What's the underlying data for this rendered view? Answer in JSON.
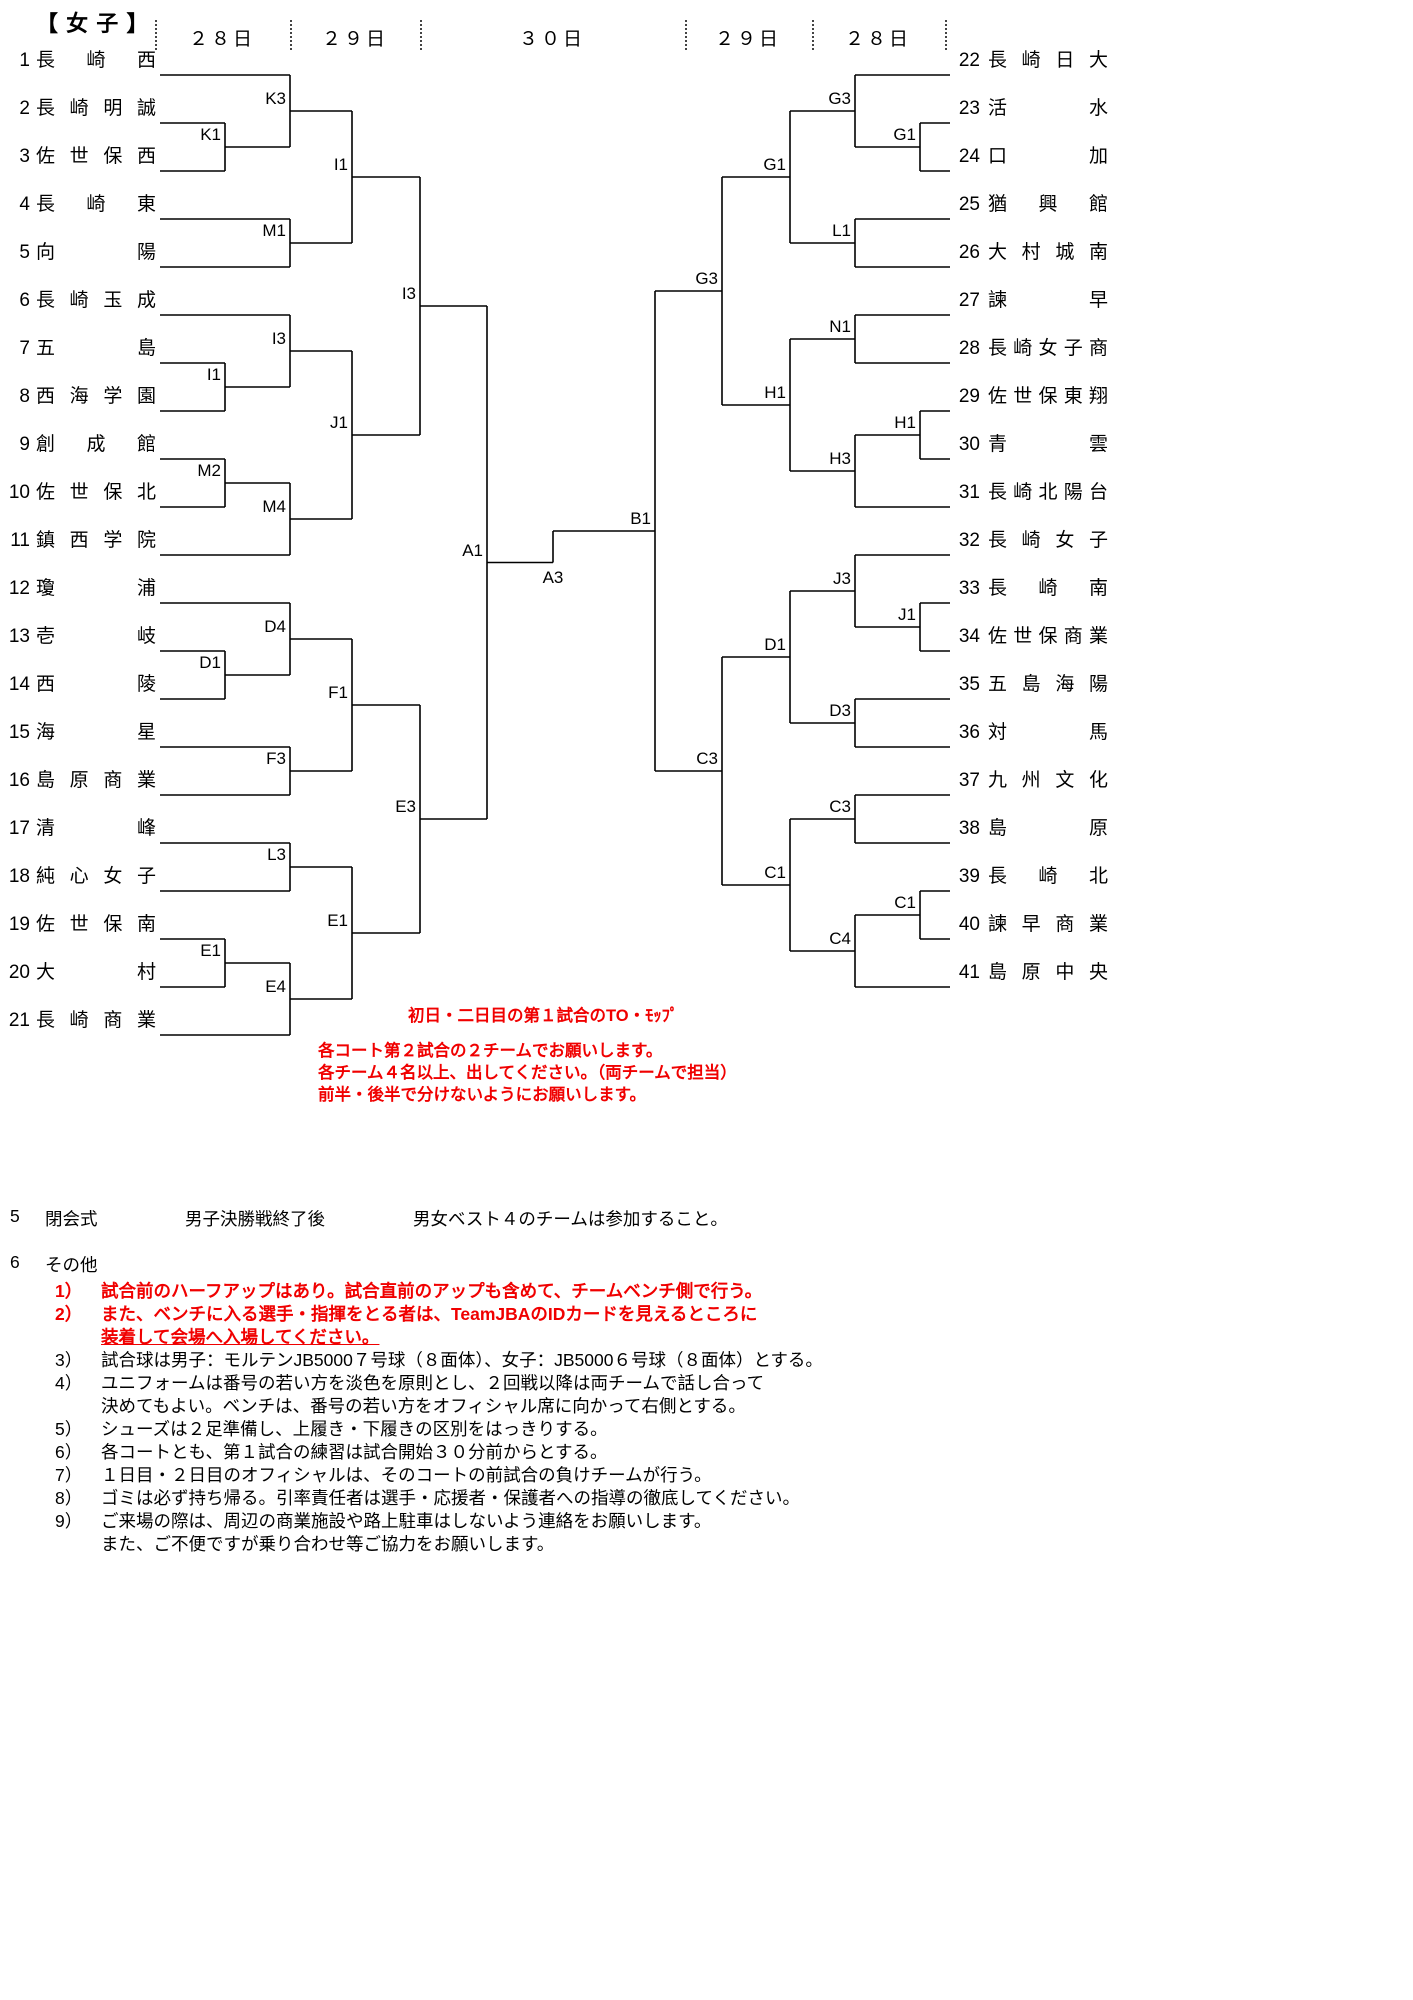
{
  "title": "【 女 子 】",
  "dates": [
    "２８日",
    "２９日",
    "３０日",
    "２９日",
    "２８日"
  ],
  "bracket": {
    "left_seed_start": 1,
    "right_seed_start": 22,
    "left_teams": [
      "長崎西",
      "長崎明誠",
      "佐世保西",
      "長崎東",
      "向陽",
      "長崎玉成",
      "五島",
      "西海学園",
      "創成館",
      "佐世保北",
      "鎮西学院",
      "瓊浦",
      "壱岐",
      "西陵",
      "海星",
      "島原商業",
      "清峰",
      "純心女子",
      "佐世保南",
      "大村",
      "長崎商業"
    ],
    "right_teams": [
      "長崎日大",
      "活水",
      "口加",
      "猶興館",
      "大村城南",
      "諫早",
      "長崎女子商",
      "佐世保東翔",
      "青雲",
      "長崎北陽台",
      "長崎女子",
      "長崎南",
      "佐世保商業",
      "五島海陽",
      "対馬",
      "九州文化",
      "島原",
      "長崎北",
      "諫早商業",
      "島原中央"
    ],
    "left_matches": [
      {
        "id": "K1",
        "label": "K1",
        "col": 0,
        "a": "T2",
        "b": "T3"
      },
      {
        "id": "K3",
        "label": "K3",
        "col": 1,
        "a": "T1",
        "b": "K1"
      },
      {
        "id": "M1",
        "label": "M1",
        "col": 1,
        "a": "T4",
        "b": "T5"
      },
      {
        "id": "I1a",
        "label": "I1",
        "col": 2,
        "a": "K3",
        "b": "M1"
      },
      {
        "id": "I1b",
        "label": "I1",
        "col": 0,
        "a": "T7",
        "b": "T8"
      },
      {
        "id": "I3b",
        "label": "I3",
        "col": 1,
        "a": "T6",
        "b": "I1b"
      },
      {
        "id": "M2",
        "label": "M2",
        "col": 0,
        "a": "T9",
        "b": "T10"
      },
      {
        "id": "M4",
        "label": "M4",
        "col": 1,
        "a": "M2",
        "b": "T11"
      },
      {
        "id": "J1L",
        "label": "J1",
        "col": 2,
        "a": "I3b",
        "b": "M4"
      },
      {
        "id": "I3a",
        "label": "I3",
        "col": 3,
        "a": "I1a",
        "b": "J1L"
      },
      {
        "id": "D1L",
        "label": "D1",
        "col": 0,
        "a": "T13",
        "b": "T14"
      },
      {
        "id": "D4",
        "label": "D4",
        "col": 1,
        "a": "T12",
        "b": "D1L"
      },
      {
        "id": "F3",
        "label": "F3",
        "col": 1,
        "a": "T15",
        "b": "T16"
      },
      {
        "id": "F1",
        "label": "F1",
        "col": 2,
        "a": "D4",
        "b": "F3"
      },
      {
        "id": "L3",
        "label": "L3",
        "col": 1,
        "a": "T17",
        "b": "T18"
      },
      {
        "id": "E1s",
        "label": "E1",
        "col": 0,
        "a": "T19",
        "b": "T20"
      },
      {
        "id": "E4",
        "label": "E4",
        "col": 1,
        "a": "E1s",
        "b": "T21"
      },
      {
        "id": "E1b",
        "label": "E1",
        "col": 2,
        "a": "L3",
        "b": "E4"
      },
      {
        "id": "E3",
        "label": "E3",
        "col": 3,
        "a": "F1",
        "b": "E1b"
      },
      {
        "id": "A1",
        "label": "A1",
        "col": 4,
        "a": "I3a",
        "b": "E3"
      }
    ],
    "right_matches": [
      {
        "id": "G1s",
        "label": "G1",
        "col": 0,
        "a": "T23",
        "b": "T24"
      },
      {
        "id": "G3s",
        "label": "G3",
        "col": 1,
        "a": "T22",
        "b": "G1s"
      },
      {
        "id": "L1",
        "label": "L1",
        "col": 1,
        "a": "T25",
        "b": "T26"
      },
      {
        "id": "G1b",
        "label": "G1",
        "col": 2,
        "a": "G3s",
        "b": "L1"
      },
      {
        "id": "N1",
        "label": "N1",
        "col": 1,
        "a": "T27",
        "b": "T28"
      },
      {
        "id": "H1s",
        "label": "H1",
        "col": 0,
        "a": "T29",
        "b": "T30"
      },
      {
        "id": "H3",
        "label": "H3",
        "col": 1,
        "a": "H1s",
        "b": "T31"
      },
      {
        "id": "H1b",
        "label": "H1",
        "col": 2,
        "a": "N1",
        "b": "H3"
      },
      {
        "id": "G3b",
        "label": "G3",
        "col": 3,
        "a": "G1b",
        "b": "H1b"
      },
      {
        "id": "J1R",
        "label": "J1",
        "col": 0,
        "a": "T33",
        "b": "T34"
      },
      {
        "id": "J3",
        "label": "J3",
        "col": 1,
        "a": "T32",
        "b": "J1R"
      },
      {
        "id": "D3",
        "label": "D3",
        "col": 1,
        "a": "T35",
        "b": "T36"
      },
      {
        "id": "D1R",
        "label": "D1",
        "col": 2,
        "a": "J3",
        "b": "D3"
      },
      {
        "id": "C3s",
        "label": "C3",
        "col": 1,
        "a": "T37",
        "b": "T38"
      },
      {
        "id": "C1s",
        "label": "C1",
        "col": 0,
        "a": "T39",
        "b": "T40"
      },
      {
        "id": "C4",
        "label": "C4",
        "col": 1,
        "a": "C1s",
        "b": "T41"
      },
      {
        "id": "C1b",
        "label": "C1",
        "col": 2,
        "a": "C3s",
        "b": "C4"
      },
      {
        "id": "C3b",
        "label": "C3",
        "col": 3,
        "a": "D1R",
        "b": "C1b"
      },
      {
        "id": "B1",
        "label": "B1",
        "col": 4,
        "a": "G3b",
        "b": "C3b"
      }
    ],
    "final": {
      "label": "A3",
      "a": "A1",
      "b": "B1"
    }
  },
  "notes_red": {
    "header": "初日・二日目の第１試合のTO・ﾓｯﾌﾟ",
    "lines": [
      "各コート第２試合の２チームでお願いします。",
      "各チーム４名以上、出してください。（両チームで担当）",
      "前半・後半で分けないようにお願いします。"
    ]
  },
  "section5": {
    "num": "5",
    "title": "閉会式",
    "when": "男子決勝戦終了後",
    "text": "男女ベスト４のチームは参加すること。"
  },
  "section6": {
    "num": "6",
    "title": "その他",
    "items": [
      {
        "marker": "1）",
        "style": "red",
        "lines": [
          "試合前のハーフアップはあり。試合直前のアップも含めて、チームベンチ側で行う。"
        ]
      },
      {
        "marker": "2）",
        "style": "red",
        "underline_from": 1,
        "lines": [
          "また、ベンチに入る選手・指揮をとる者は、TeamJBAのIDカードを見えるところに",
          "装着して会場へ入場してください。"
        ]
      },
      {
        "marker": "3）",
        "style": "black",
        "lines": [
          "試合球は男子：モルテンJB5000７号球（８面体）、女子：JB5000６号球（８面体）とする。"
        ]
      },
      {
        "marker": "4）",
        "style": "black",
        "lines": [
          "ユニフォームは番号の若い方を淡色を原則とし、２回戦以降は両チームで話し合って",
          "決めてもよい。ベンチは、番号の若い方をオフィシャル席に向かって右側とする。"
        ]
      },
      {
        "marker": "5）",
        "style": "black",
        "lines": [
          "シューズは２足準備し、上履き・下履きの区別をはっきりする。"
        ]
      },
      {
        "marker": "6）",
        "style": "black",
        "lines": [
          "各コートとも、第１試合の練習は試合開始３０分前からとする。"
        ]
      },
      {
        "marker": "7）",
        "style": "black",
        "lines": [
          "１日目・２日目のオフィシャルは、そのコートの前試合の負けチームが行う。"
        ]
      },
      {
        "marker": "8）",
        "style": "black",
        "lines": [
          "ゴミは必ず持ち帰る。引率責任者は選手・応援者・保護者への指導の徹底してください。"
        ]
      },
      {
        "marker": "9）",
        "style": "black",
        "lines": [
          "ご来場の際は、周辺の商業施設や路上駐車はしないよう連絡をお願いします。",
          "また、ご不便ですが乗り合わせ等ご協力をお願いします。"
        ]
      }
    ]
  }
}
